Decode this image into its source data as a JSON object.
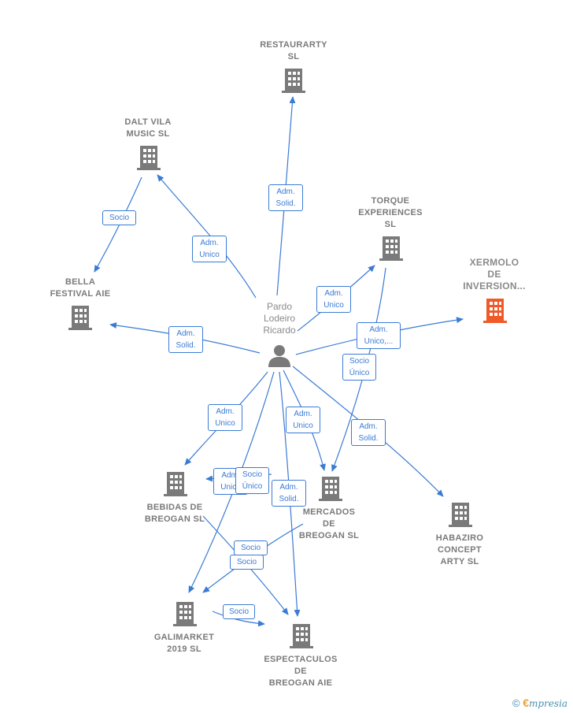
{
  "colors": {
    "edge": "#3a7bd5",
    "company": "#7a7a7a",
    "highlight": "#f05a28",
    "person": "#7a7a7a"
  },
  "person": {
    "label": "Pardo\nLodeiro\nRicardo",
    "icon": "person-icon"
  },
  "companies": {
    "restaurarty": "RESTAURARTY\nSL",
    "dalt_vila": "DALT VILA\nMUSIC  SL",
    "torque": "TORQUE\nEXPERIENCES\nSL",
    "xermolo": "XERMOLO\nDE\nINVERSION...",
    "bella": "BELLA\nFESTIVAL  AIE",
    "bebidas": "BEBIDAS DE\nBREOGAN  SL",
    "mercados": "MERCADOS\nDE\nBREOGAN  SL",
    "habaziro": "HABAZIRO\nCONCEPT\nARTY  SL",
    "galimarket": "GALIMARKET\n2019  SL",
    "espectaculos": "ESPECTACULOS\nDE\nBREOGAN AIE"
  },
  "edges": {
    "restaurarty": "Adm.\nSolid.",
    "dalt_vila": "Adm.\nUnico",
    "dalt_bella": "Socio",
    "torque": "Adm.\nUnico",
    "xermolo": "Adm.\nUnico,...",
    "torque_mercados": "Socio\nÚnico",
    "bella": "Adm.\nSolid.",
    "bebidas": "Adm.\nUnico",
    "bebidas2": "Adm.\nUnico",
    "socio_unico_mid": "Socio\nÚnico",
    "espectaculos_solid": "Adm.\nSolid.",
    "mercados": "Adm.\nUnico",
    "habaziro": "Adm.\nSolid.",
    "socio_a": "Socio",
    "socio_b": "Socio",
    "socio_gali": "Socio"
  },
  "footer": {
    "copyright": "©",
    "brand_first": "€",
    "brand_rest": "mpresia"
  }
}
